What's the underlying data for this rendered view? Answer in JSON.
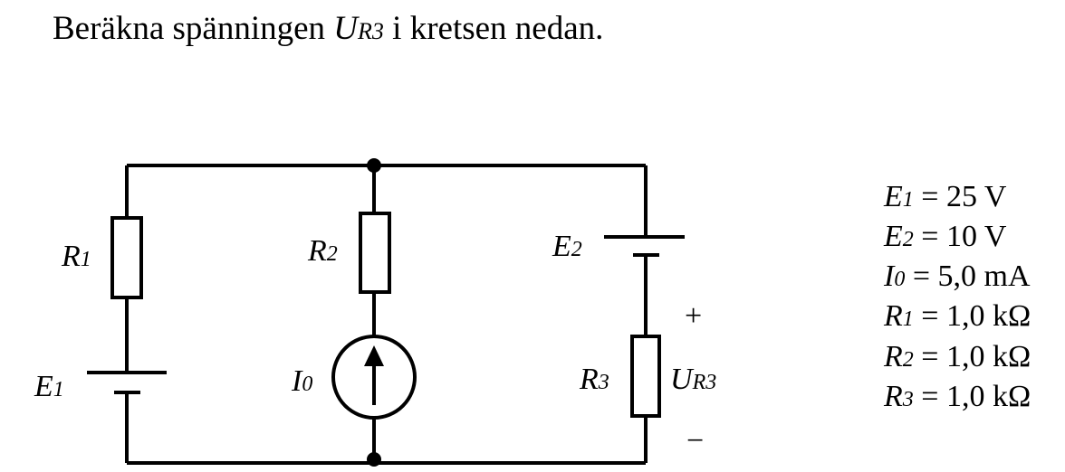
{
  "question": {
    "before": "Beräkna spänningen ",
    "var_main": "U",
    "var_sub": "R3",
    "after": " i kretsen nedan."
  },
  "components": {
    "R1": {
      "main": "R",
      "sub": "1"
    },
    "R2": {
      "main": "R",
      "sub": "2"
    },
    "R3": {
      "main": "R",
      "sub": "3"
    },
    "E1": {
      "main": "E",
      "sub": "1"
    },
    "E2": {
      "main": "E",
      "sub": "2"
    },
    "I0": {
      "main": "I",
      "sub": "0"
    },
    "UR3": {
      "main": "U",
      "sub": "R3"
    },
    "plus": "+",
    "minus": "−"
  },
  "given_values": [
    {
      "main": "E",
      "sub": "1",
      "value": " = 25 V"
    },
    {
      "main": "E",
      "sub": "2",
      "value": " = 10 V"
    },
    {
      "main": "I",
      "sub": "0",
      "value": " = 5,0 mA"
    },
    {
      "main": "R",
      "sub": "1",
      "value": " = 1,0 kΩ"
    },
    {
      "main": "R",
      "sub": "2",
      "value": " = 1,0 kΩ"
    },
    {
      "main": "R",
      "sub": "3",
      "value": " = 1,0 kΩ"
    }
  ]
}
